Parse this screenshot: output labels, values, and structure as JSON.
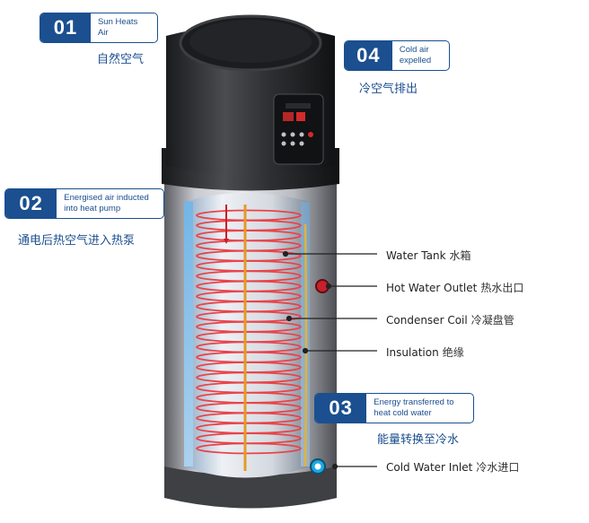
{
  "steps": [
    {
      "number": "01",
      "text_en": "Sun Heats Air",
      "text_cn": "自然空气"
    },
    {
      "number": "02",
      "text_en": "Energised air inducted into heat pump",
      "text_cn": "通电后热空气进入热泵"
    },
    {
      "number": "03",
      "text_en": "Energy transferred to heat cold water",
      "text_cn": "能量转换至冷水"
    },
    {
      "number": "04",
      "text_en": "Cold air expelled",
      "text_cn": "冷空气排出"
    }
  ],
  "labels": {
    "water_tank": {
      "en": "Water Tank",
      "cn": "水箱"
    },
    "hot_water_outlet": {
      "en": "Hot Water Outlet",
      "cn": "热水出口"
    },
    "condenser_coil": {
      "en": "Condenser Coil",
      "cn": "冷凝盘管"
    },
    "insulation": {
      "en": "Insulation",
      "cn": "绝缘"
    },
    "cold_water_inlet": {
      "en": "Cold Water Inlet",
      "cn": "冷水进口"
    }
  },
  "colors": {
    "accent_blue": "#1b4f8f",
    "coil_red": "#e8444a",
    "hot_outlet": "#c9202b",
    "cold_inlet": "#1fa7e1"
  }
}
